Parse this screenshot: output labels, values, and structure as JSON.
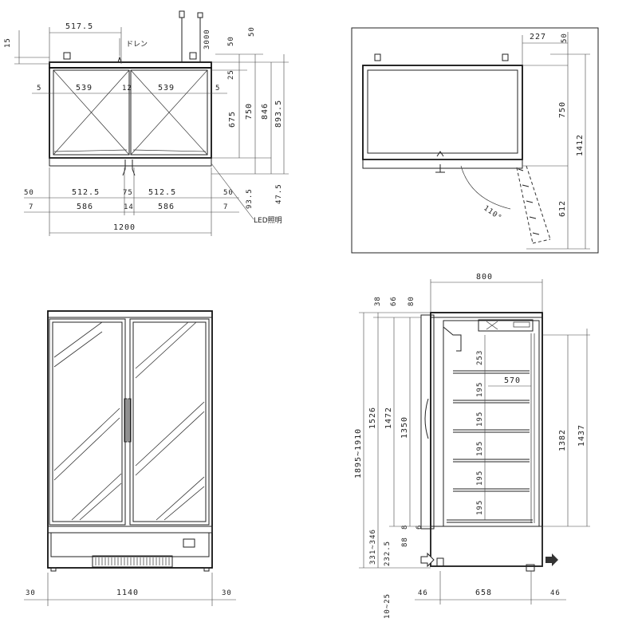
{
  "top_view": {
    "labels": {
      "drain": "ドレン",
      "led": "LED照明",
      "d_517_5": "517.5",
      "d_3000": "3000",
      "d_15": "15",
      "d_50a": "50",
      "d_50b": "50",
      "d_25": "25",
      "d_5_left": "5",
      "d_539_left": "539",
      "d_12": "12",
      "d_539_right": "539",
      "d_5_right": "5",
      "d_675": "675",
      "d_750": "750",
      "d_846": "846",
      "d_893_5": "893.5",
      "d_93_5": "93.5",
      "d_47_5": "47.5",
      "d_50_l": "50",
      "d_512_5_l": "512.5",
      "d_75": "75",
      "d_512_5_r": "512.5",
      "d_50_r": "50",
      "d_7_l": "7",
      "d_586_l": "586",
      "d_14": "14",
      "d_586_r": "586",
      "d_7_r": "7",
      "d_1200": "1200"
    }
  },
  "plan_view": {
    "labels": {
      "d_227": "227",
      "d_50": "50",
      "d_750": "750",
      "d_1412": "1412",
      "d_612": "612",
      "angle": "110°"
    }
  },
  "front_view": {
    "labels": {
      "d_30_l": "30",
      "d_1140": "1140",
      "d_30_r": "30"
    }
  },
  "side_view": {
    "labels": {
      "d_800": "800",
      "d_38": "38",
      "d_66": "66",
      "d_80": "80",
      "d_1895_1910": "1895~1910",
      "d_1526": "1526",
      "d_1472": "1472",
      "d_1350": "1350",
      "d_253": "253",
      "d_195_1": "195",
      "d_195_2": "195",
      "d_195_3": "195",
      "d_195_4": "195",
      "d_195_5": "195",
      "d_570": "570",
      "d_1382": "1382",
      "d_1437": "1437",
      "d_331_346": "331~346",
      "d_232_5": "232.5",
      "d_88": "88",
      "d_8": "8",
      "d_6": "6",
      "d_10_25": "10~25",
      "d_46_l": "46",
      "d_658": "658",
      "d_46_r": "46"
    }
  }
}
